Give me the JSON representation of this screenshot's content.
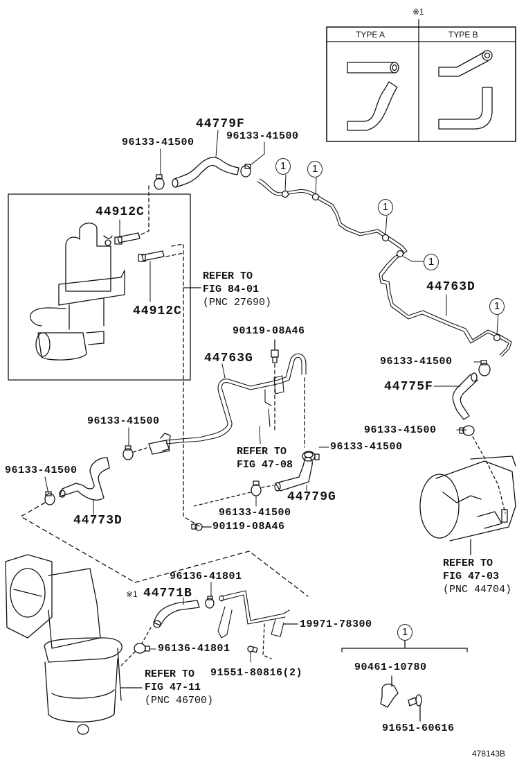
{
  "diagram": {
    "figure_id": "478143B",
    "note_marker": "※1",
    "type_table": {
      "headers": [
        "TYPE A",
        "TYPE B"
      ]
    },
    "callout_ref": "1",
    "parts": {
      "hose_44779F": "44779F",
      "clamp_top_left": "96133-41500",
      "clamp_top_right": "96133-41500",
      "bolt_upper": "44912C",
      "bolt_lower": "44912C",
      "pipe_44763D": "44763D",
      "clamp_right_upper": "96133-41500",
      "hose_44775F": "44775F",
      "clamp_right_lower": "96133-41500",
      "bolt_90119_top": "90119-08A46",
      "pipe_44763G": "44763G",
      "clamp_mid_left": "96133-41500",
      "clamp_far_left": "96133-41500",
      "hose_44773D": "44773D",
      "clamp_mid_right": "96133-41500",
      "hose_44779G": "44779G",
      "clamp_mid_lower": "96133-41500",
      "bolt_90119_bottom": "90119-08A46",
      "clamp_96136_upper": "96136-41801",
      "hose_44771B": "44771B",
      "clamp_96136_lower": "96136-41801",
      "bracket_19971": "19971-78300",
      "bolt_91551": "91551-80816(2)",
      "clip_90461": "90461-10780",
      "bolt_91651": "91651-60616"
    },
    "references": {
      "vsv": {
        "line1": "REFER TO",
        "line2": "FIG 84-01",
        "line3": "(PNC 27690)"
      },
      "fig4708": {
        "line1": "REFER TO",
        "line2": "FIG 47-08"
      },
      "booster": {
        "line1": "REFER TO",
        "line2": "FIG 47-03",
        "line3": "(PNC 44704)"
      },
      "throttle": {
        "line1": "REFER TO",
        "line2": "FIG 47-11",
        "line3": "(PNC 46700)"
      }
    }
  }
}
